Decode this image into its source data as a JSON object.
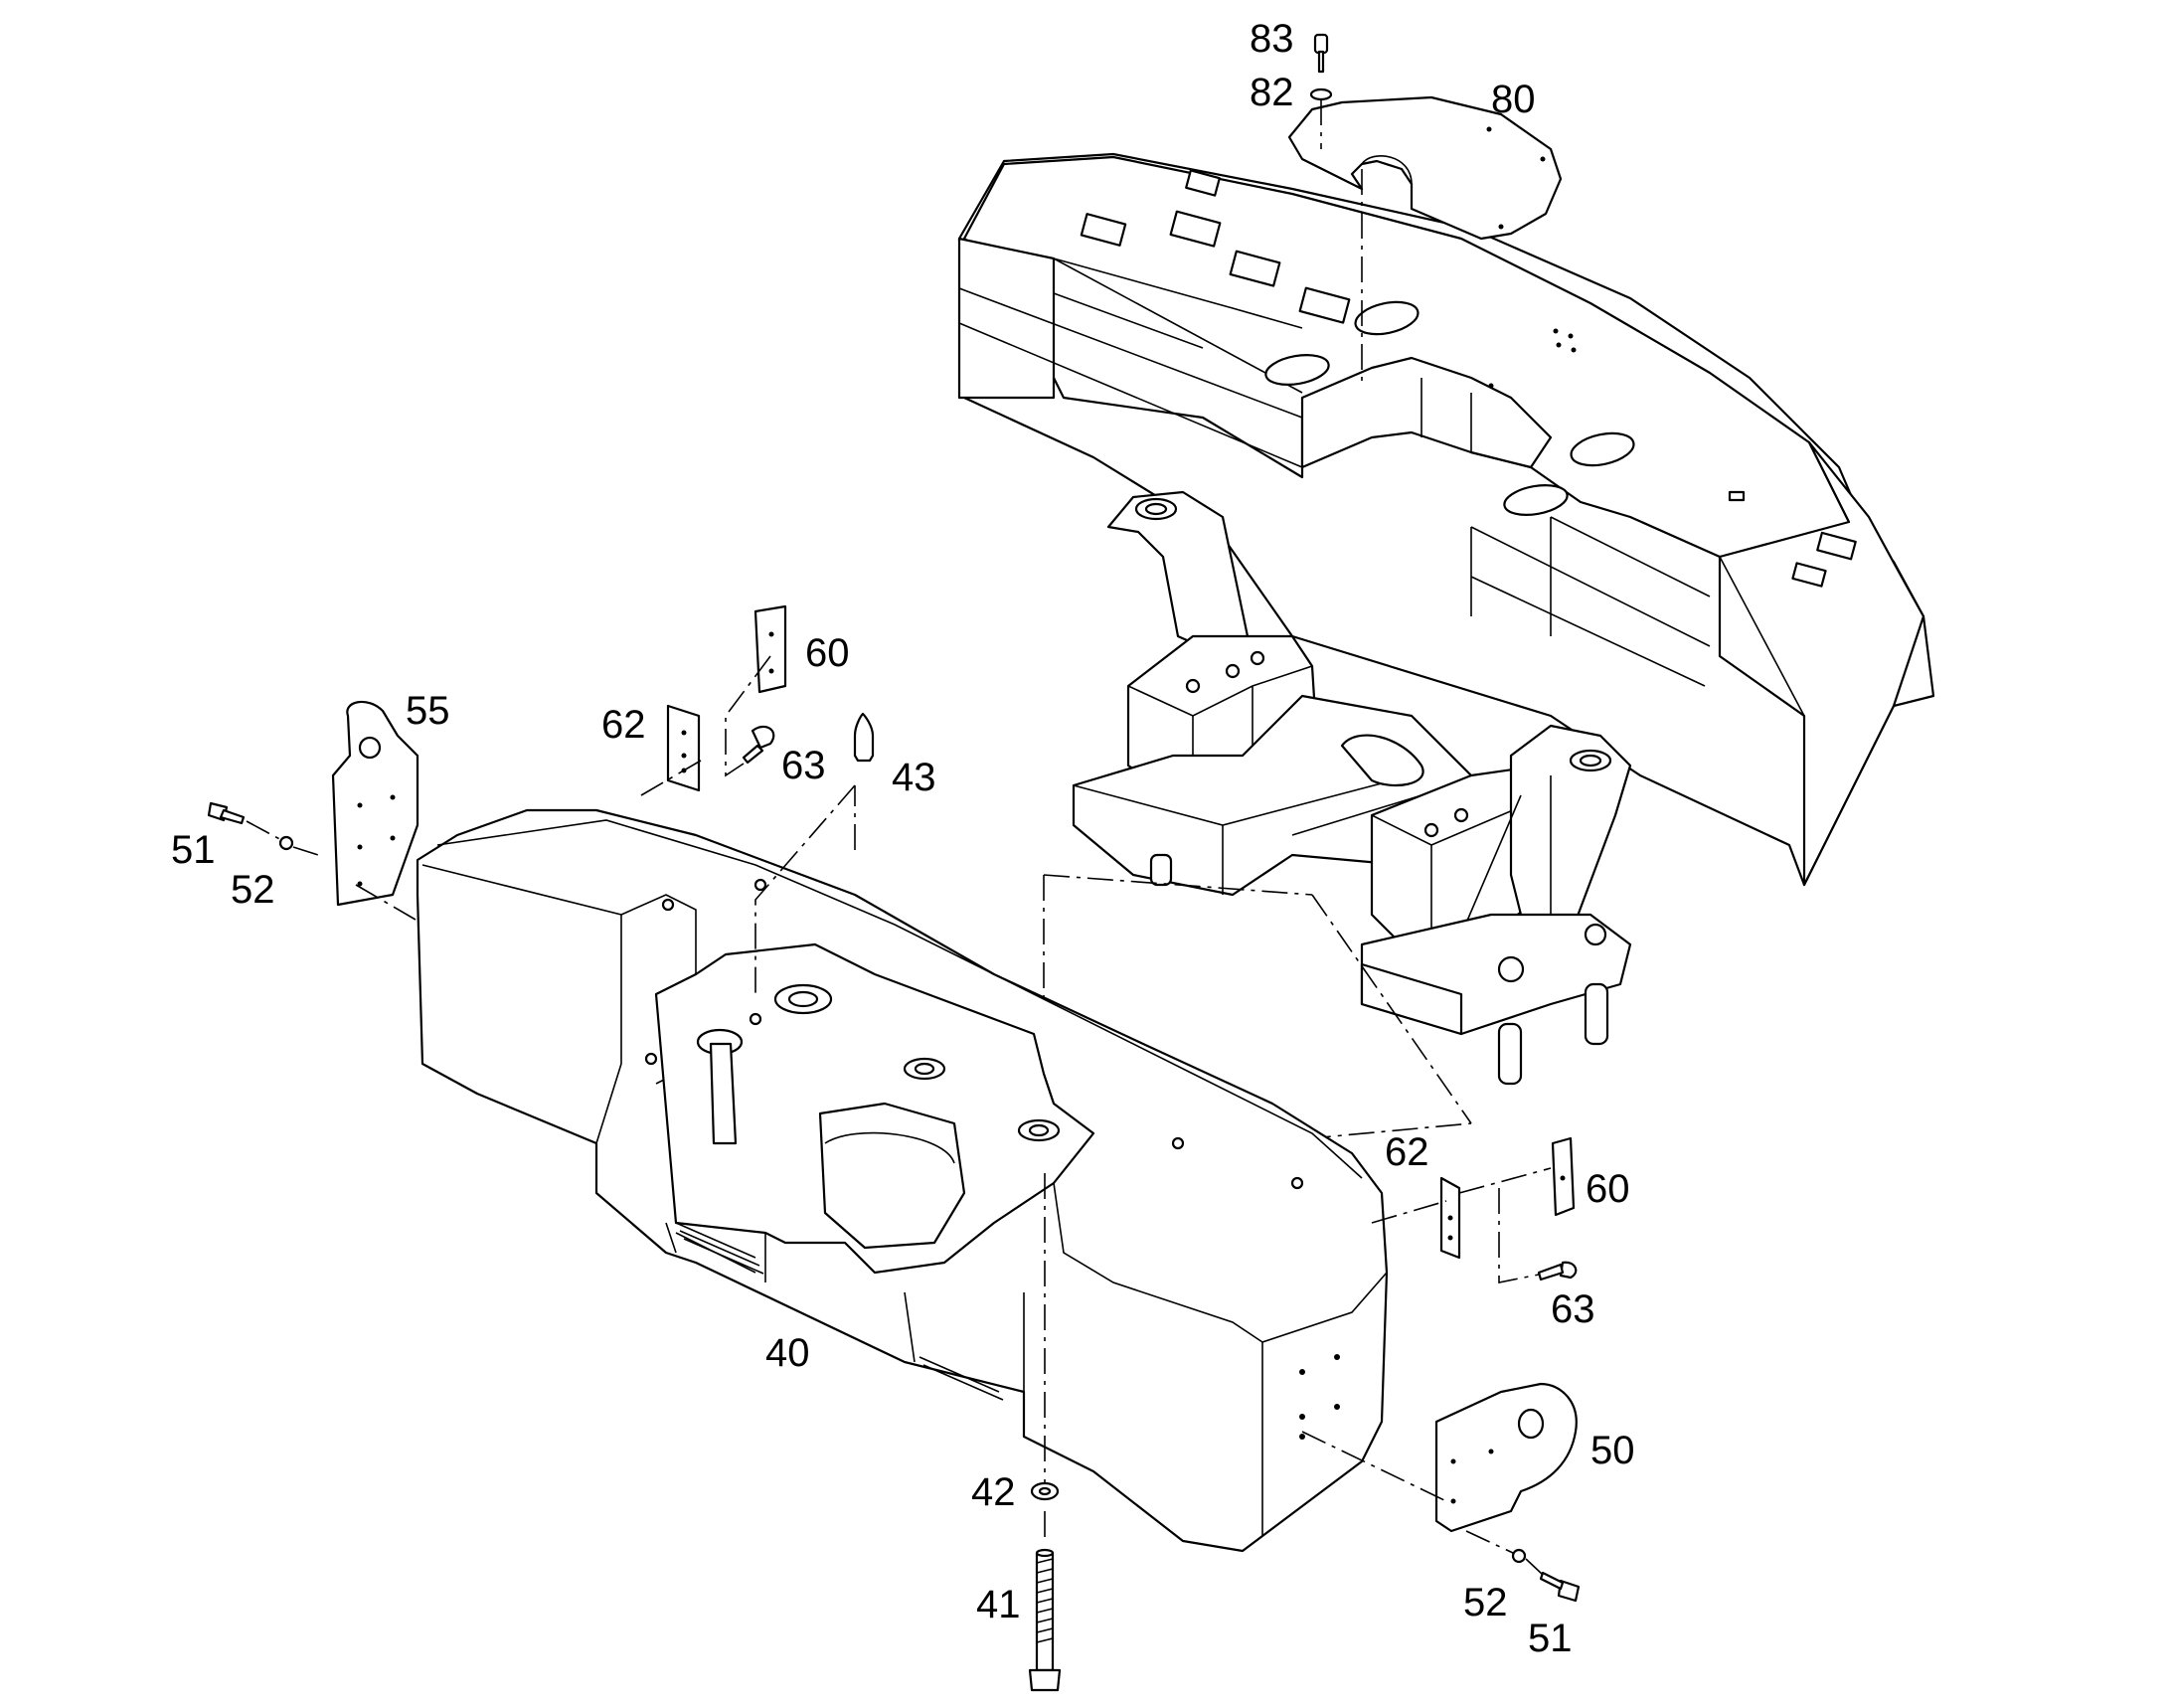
{
  "diagram": {
    "callouts": {
      "c83": "83",
      "c82": "82",
      "c80": "80",
      "c60a": "60",
      "c55": "55",
      "c62a": "62",
      "c63a": "63",
      "c43": "43",
      "c51a": "51",
      "c52a": "52",
      "c62b": "62",
      "c60b": "60",
      "c63b": "63",
      "c40": "40",
      "c50": "50",
      "c42": "42",
      "c41": "41",
      "c52b": "52",
      "c51b": "51"
    }
  }
}
